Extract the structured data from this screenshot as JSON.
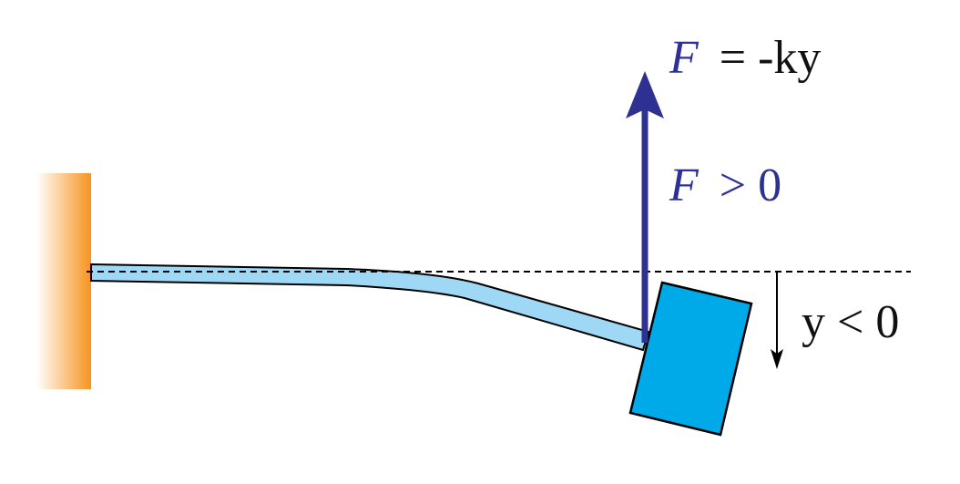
{
  "labels": {
    "force_law_F": "F",
    "force_law_rest": "= -ky",
    "force_sign_F": "F",
    "force_sign_rest": "> 0",
    "displacement": "y < 0"
  },
  "colors": {
    "force": "#2e3192",
    "wall": "#f7931e",
    "beam": "#9ed8f5",
    "mass": "#00a9e8",
    "text": "#111111"
  }
}
